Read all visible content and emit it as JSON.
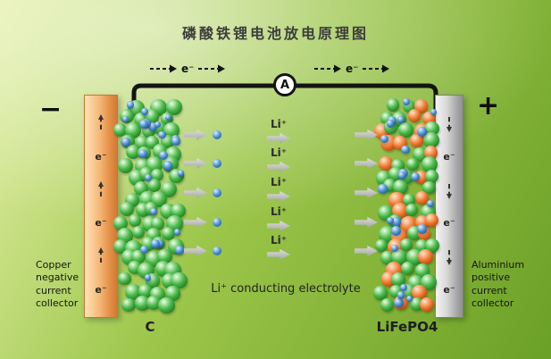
{
  "title": "磷酸铁锂电池放电原理图",
  "circuit": {
    "ammeter_label": "A",
    "electron_flow_left": "e⁻",
    "electron_flow_right": "e⁻"
  },
  "negative_side": {
    "terminal_sign": "−",
    "collector_caption": "Copper negative current collector",
    "electrode_label": "C",
    "electron_labels": [
      "e⁻",
      "e⁻",
      "e⁻"
    ]
  },
  "positive_side": {
    "terminal_sign": "+",
    "collector_caption": "Aluminium positive current collector",
    "electrode_label": "LiFePO4",
    "electron_labels": [
      "e⁻",
      "e⁻",
      "e⁻"
    ]
  },
  "electrolyte": {
    "ion_labels": [
      "Li⁺",
      "Li⁺",
      "Li⁺",
      "Li⁺",
      "Li⁺"
    ],
    "caption": "Li⁺ conducting electrolyte"
  },
  "colors": {
    "background_light": "#e4f0a8",
    "background_green": "#9cc64a",
    "background_dark": "#6ba026",
    "copper_light": "#fde3b8",
    "copper_dark": "#e08a42",
    "aluminium_light": "#f5f5f5",
    "aluminium_dark": "#909090",
    "sphere_green": "#4ab84a",
    "sphere_blue": "#4a8ed2",
    "sphere_orange": "#f0762e",
    "arrow_gray": "#a0a0a0",
    "wire_black": "#141414"
  }
}
